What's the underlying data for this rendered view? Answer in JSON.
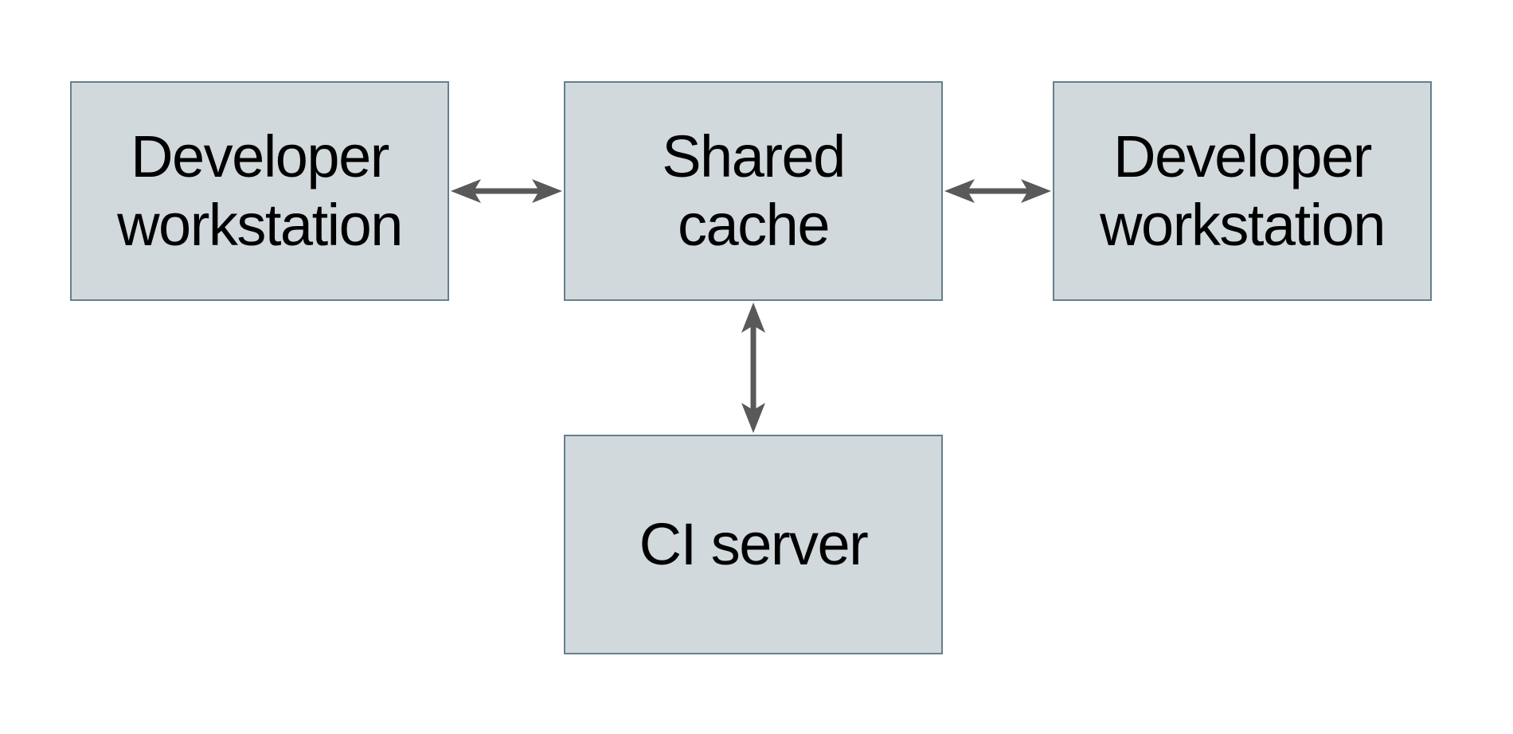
{
  "diagram": {
    "type": "architecture-diagram",
    "nodes": [
      {
        "id": "developer-workstation-left",
        "label": "Developer\nworkstation"
      },
      {
        "id": "shared-cache",
        "label": "Shared\ncache"
      },
      {
        "id": "developer-workstation-right",
        "label": "Developer\nworkstation"
      },
      {
        "id": "ci-server",
        "label": "CI server"
      }
    ],
    "edges": [
      {
        "from": "developer-workstation-left",
        "to": "shared-cache",
        "direction": "bidirectional",
        "orientation": "horizontal"
      },
      {
        "from": "shared-cache",
        "to": "developer-workstation-right",
        "direction": "bidirectional",
        "orientation": "horizontal"
      },
      {
        "from": "shared-cache",
        "to": "ci-server",
        "direction": "bidirectional",
        "orientation": "vertical"
      }
    ],
    "colors": {
      "background": "#ffffff",
      "node_fill": "#d2d9dc",
      "node_border": "#64808e",
      "arrow": "#58595b",
      "text": "#000000"
    }
  }
}
